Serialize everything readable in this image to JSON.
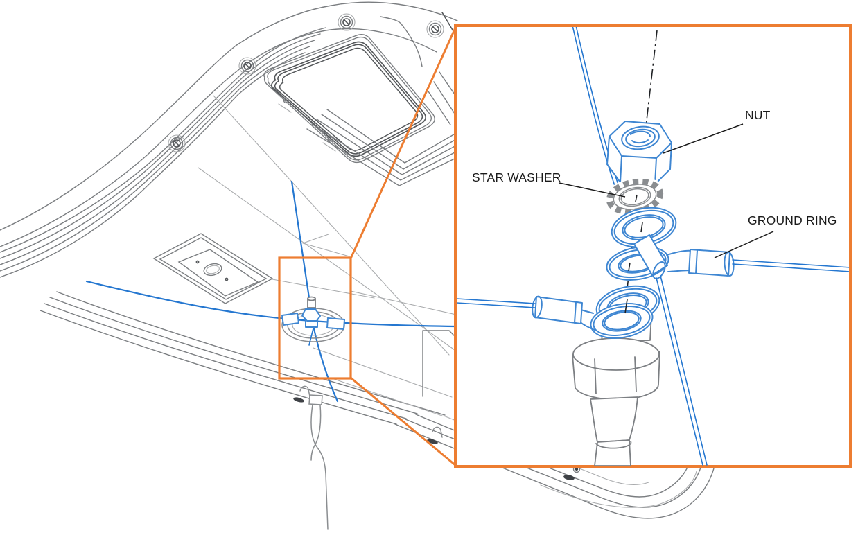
{
  "figure": {
    "type": "technical-exploded-view-diagram",
    "callouts": {
      "nut": "NUT",
      "star_washer": "STAR WASHER",
      "ground_ring": "GROUND RING"
    },
    "colors": {
      "callout_orange": "#ED7D31",
      "part_blue": "#3E86D2",
      "wire_blue": "#2577D0",
      "line_gray": "#7A7D80",
      "label_color": "#1A1A1A",
      "background": "#FFFFFF"
    }
  }
}
